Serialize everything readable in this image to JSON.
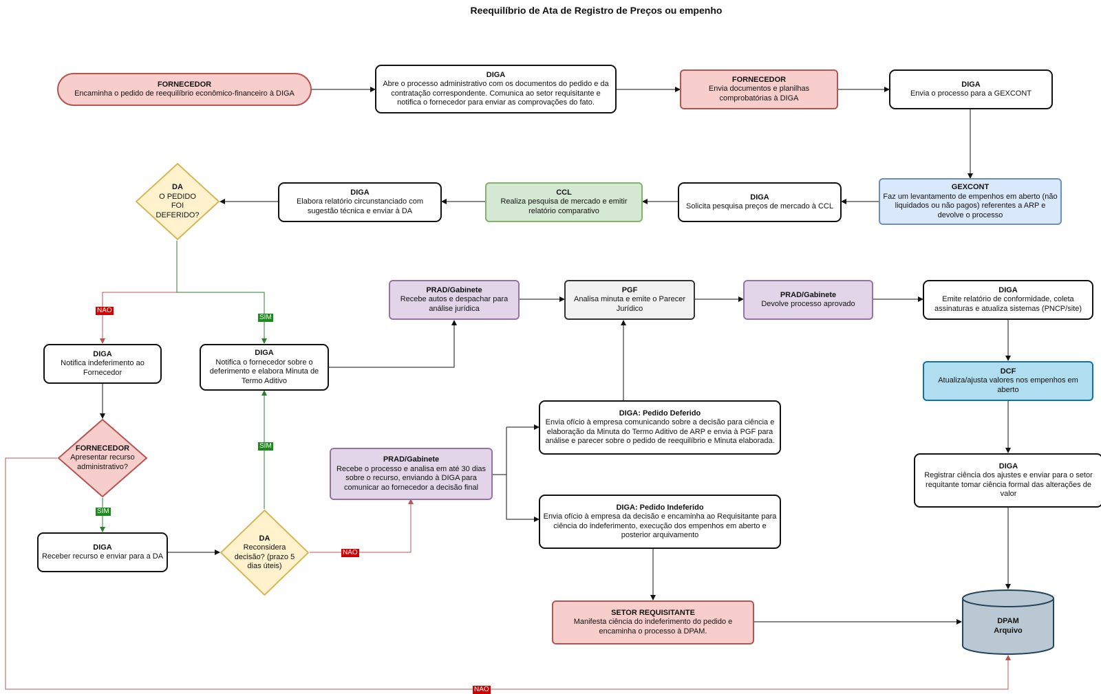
{
  "title": "Reequilíbrio de Ata de Registro de Preços ou empenho",
  "nodes": {
    "n1": {
      "title": "FORNECEDOR",
      "text": "Encaminha o pedido de reequilíbrio econômico-financeiro à DIGA"
    },
    "n2": {
      "title": "DIGA",
      "text": "Abre o processo administrativo com os documentos do pedido e da contratação correspondente. Comunica ao setor requisitante e notifica o fornecedor para enviar as comprovações do fato."
    },
    "n3": {
      "title": "FORNECEDOR",
      "text": "Envia documentos e planilhas comprobatórias à DIGA"
    },
    "n4": {
      "title": "DIGA",
      "text": "Envia o processo para a GEXCONT"
    },
    "n5": {
      "title": "GEXCONT",
      "text": "Faz um levantamento de empenhos em aberto (não liquidados ou não pagos) referentes a ARP e devolve o processo"
    },
    "n6": {
      "title": "DIGA",
      "text": "Solicita pesquisa preços de mercado à CCL"
    },
    "n7": {
      "title": "CCL",
      "text": "Realiza pesquisa de mercado e emitir relatório comparativo"
    },
    "n8": {
      "title": "DIGA",
      "text": "Elabora relatório circunstanciado com sugestão técnica e enviar à DA"
    },
    "d1": {
      "title": "DA",
      "text": "O PEDIDO FOI DEFERIDO?"
    },
    "n9": {
      "title": "DIGA",
      "text": "Notifica indeferimento ao Fornecedor"
    },
    "n10": {
      "title": "DIGA",
      "text": "Notifica o fornecedor sobre o deferimento e elabora Minuta de Termo Aditivo"
    },
    "n11": {
      "title": "PRAD/Gabinete",
      "text": "Recebe autos e despachar para análise jurídica"
    },
    "n12": {
      "title": "PGF",
      "text": "Analisa minuta e emite o Parecer Jurídico"
    },
    "n13": {
      "title": "PRAD/Gabinete",
      "text": "Devolve processo aprovado"
    },
    "n14": {
      "title": "DIGA",
      "text": "Emite relatório de conformidade, coleta assinaturas e atualiza sistemas (PNCP/site)"
    },
    "n15": {
      "title": "DCF",
      "text": "Atualiza/ajusta valores nos empenhos em aberto"
    },
    "n16": {
      "title": "DIGA",
      "text": "Registrar ciência dos ajustes e enviar para o setor requitante tomar ciência formal das alterações de valor"
    },
    "d2": {
      "title": "FORNECEDOR",
      "text": "Apresentar recurso administrativo?"
    },
    "n17": {
      "title": "DIGA",
      "text": "Receber recurso e enviar para a DA"
    },
    "d3": {
      "title": "DA",
      "text": "Reconsidera decisão? (prazo 5 dias úteis)"
    },
    "n18": {
      "title": "PRAD/Gabinete",
      "text": "Recebe o processo e analisa em até 30 dias sobre o recurso, enviando à DIGA para comunicar ao fornecedor a decisão final"
    },
    "n19": {
      "title": "DIGA: Pedido Deferido",
      "text": "Envia ofício à empresa comunicando sobre a decisão para ciência e elaboração da Minuta do Termo Aditivo de ARP e envia à PGF para análise e parecer sobre o pedido de reequilíbrio e Minuta elaborada."
    },
    "n20": {
      "title": "DIGA: Pedido Indeferido",
      "text": "Envia ofício à empresa da decisão e encaminha ao Requisitante para ciência do indeferimento, execução dos empenhos em aberto e posterior arquivamento"
    },
    "n21": {
      "title": "SETOR REQUISITANTE",
      "text": "Manifesta ciência  do indeferimento do pedido e encaminha o processo à DPAM."
    },
    "db": {
      "title": "DPAM",
      "text": "Arquivo"
    }
  },
  "labels": {
    "nao1": "NÃO",
    "sim1": "SIM",
    "sim2": "SIM",
    "sim3": "SIM",
    "nao2": "NÃO",
    "nao3": "NÃO"
  },
  "colors": {
    "red_fill": "#f8cecc",
    "purple_fill": "#e1d5e7",
    "green_fill": "#d5e8d4",
    "blue_fill": "#dae8fc",
    "cyan_fill": "#b1ddf0",
    "diamond_fill": "#fff2cc",
    "cylinder_fill": "#bac8d3",
    "yes_edge": "#2d7d2d",
    "no_edge": "#b85450"
  }
}
